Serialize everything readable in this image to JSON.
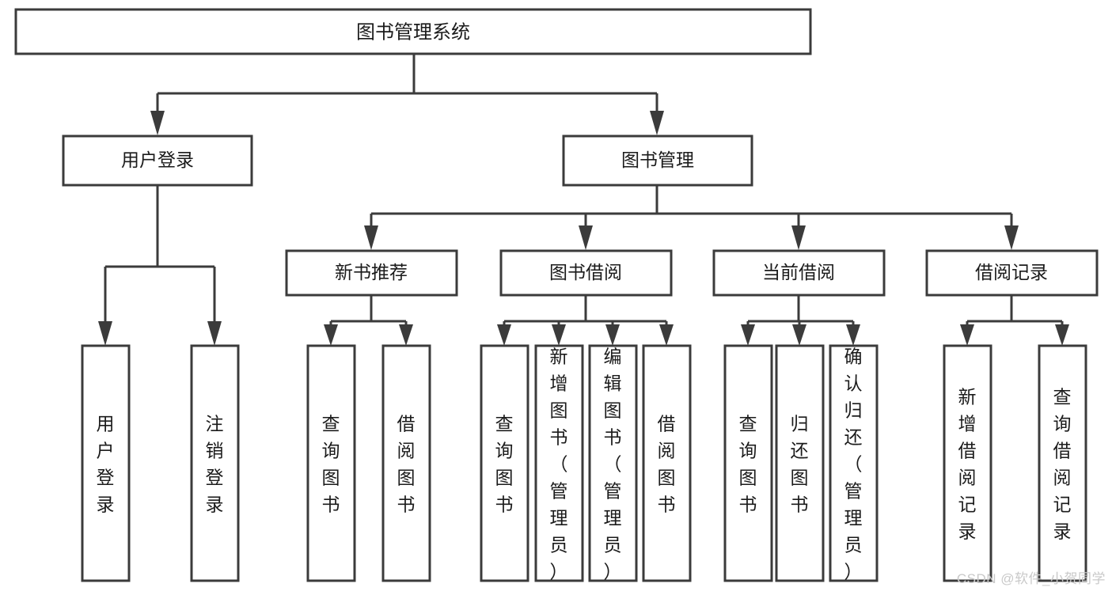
{
  "diagram": {
    "title": "图书管理系统",
    "type": "tree",
    "colors": {
      "box_stroke": "#3b3b3b",
      "box_fill": "#ffffff",
      "edge": "#3b3b3b",
      "text": "#1b1b1b",
      "watermark": "#c9c9c9",
      "background": "#ffffff"
    },
    "root": {
      "label": "图书管理系统"
    },
    "level2": [
      {
        "label": "用户登录"
      },
      {
        "label": "图书管理"
      }
    ],
    "level3": [
      {
        "label": "新书推荐"
      },
      {
        "label": "图书借阅"
      },
      {
        "label": "当前借阅"
      },
      {
        "label": "借阅记录"
      }
    ],
    "leaves": {
      "user_login": [
        {
          "label": "用户登录"
        },
        {
          "label": "注销登录"
        }
      ],
      "new_book_recommend": [
        {
          "label": "查询图书"
        },
        {
          "label": "借阅图书"
        }
      ],
      "book_borrow": [
        {
          "label": "查询图书"
        },
        {
          "label": "新增图书（管理员）"
        },
        {
          "label": "编辑图书（管理员）"
        },
        {
          "label": "借阅图书"
        }
      ],
      "current_borrow": [
        {
          "label": "查询图书"
        },
        {
          "label": "归还图书"
        },
        {
          "label": "确认归还（管理员）"
        }
      ],
      "borrow_record": [
        {
          "label": "新增借阅记录"
        },
        {
          "label": "查询借阅记录"
        }
      ]
    }
  },
  "watermark": {
    "text": "CSDN @软件_小贺同学"
  }
}
